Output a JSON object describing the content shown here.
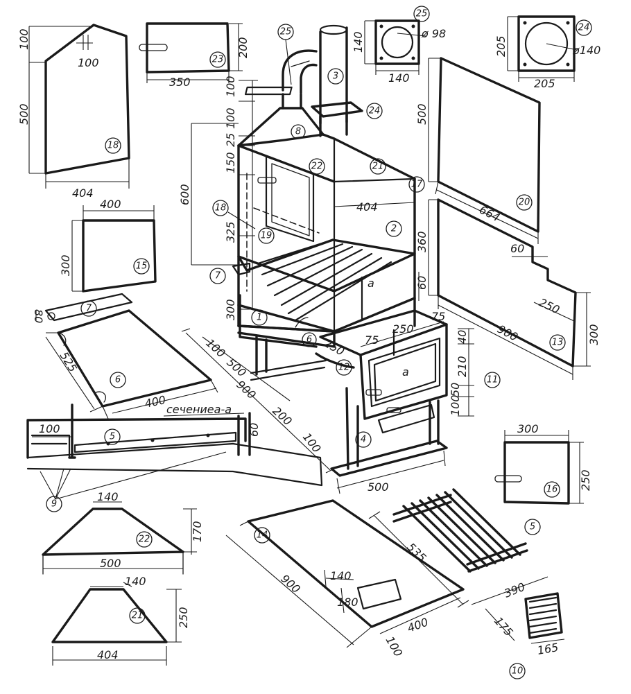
{
  "section_label": "сечениеа-а",
  "parts": [
    "1",
    "2",
    "3",
    "4",
    "5",
    "6",
    "7",
    "8",
    "9",
    "10",
    "11",
    "12",
    "13",
    "14",
    "15",
    "16",
    "17",
    "18",
    "19",
    "20",
    "21",
    "22",
    "23",
    "24",
    "25"
  ],
  "section_mark": "а",
  "diameters": {
    "d98": "ø 98",
    "d140": "ø140"
  },
  "dims": {
    "p18_top": "100",
    "p18_notch": "100",
    "p18_height": "500",
    "p18_width": "404",
    "p23_width": "350",
    "p23_height": "200",
    "f25_height": "140",
    "f25_width": "140",
    "f24_height": "205",
    "f24_width": "205",
    "p15_width": "400",
    "p15_height": "300",
    "p7_width": "80",
    "p6_length": "525",
    "p6_width": "400",
    "s_pipe": "100",
    "s_hood": "100",
    "s_gap": "25",
    "s_door": "150",
    "s_body": "600",
    "s_fire": "325",
    "s_lower": "300",
    "body_width": "404",
    "body_depth": "500",
    "body_side": "100",
    "body_length": "900",
    "ash_depth": "250",
    "leg_front": "200",
    "leg_gap": "100",
    "base_width": "500",
    "box_side": "75",
    "box_width": "250",
    "box_side2": "75",
    "box_top": "40",
    "box_door": "210",
    "box_mid": "50",
    "box_bottom": "100",
    "grate_gap": "60",
    "p20_height": "500",
    "p20_width": "664",
    "p13_length": "900",
    "p13_upper": "360",
    "p13_notch": "60",
    "p13_tab": "250",
    "p13_height": "300",
    "sec_100": "100",
    "sec_60": "60",
    "p22_top": "140",
    "p22_height": "170",
    "p22_bottom": "500",
    "p21_top": "140",
    "p21_height": "250",
    "p21_bottom": "404",
    "p14_length": "900",
    "p14_hole_w": "140",
    "p14_hole_h": "180",
    "p14_width": "400",
    "p14_offset": "100",
    "p16_width": "300",
    "p16_height": "250",
    "p5_length": "535",
    "p5_width": "390",
    "p10_length": "175",
    "p10_width": "165"
  }
}
